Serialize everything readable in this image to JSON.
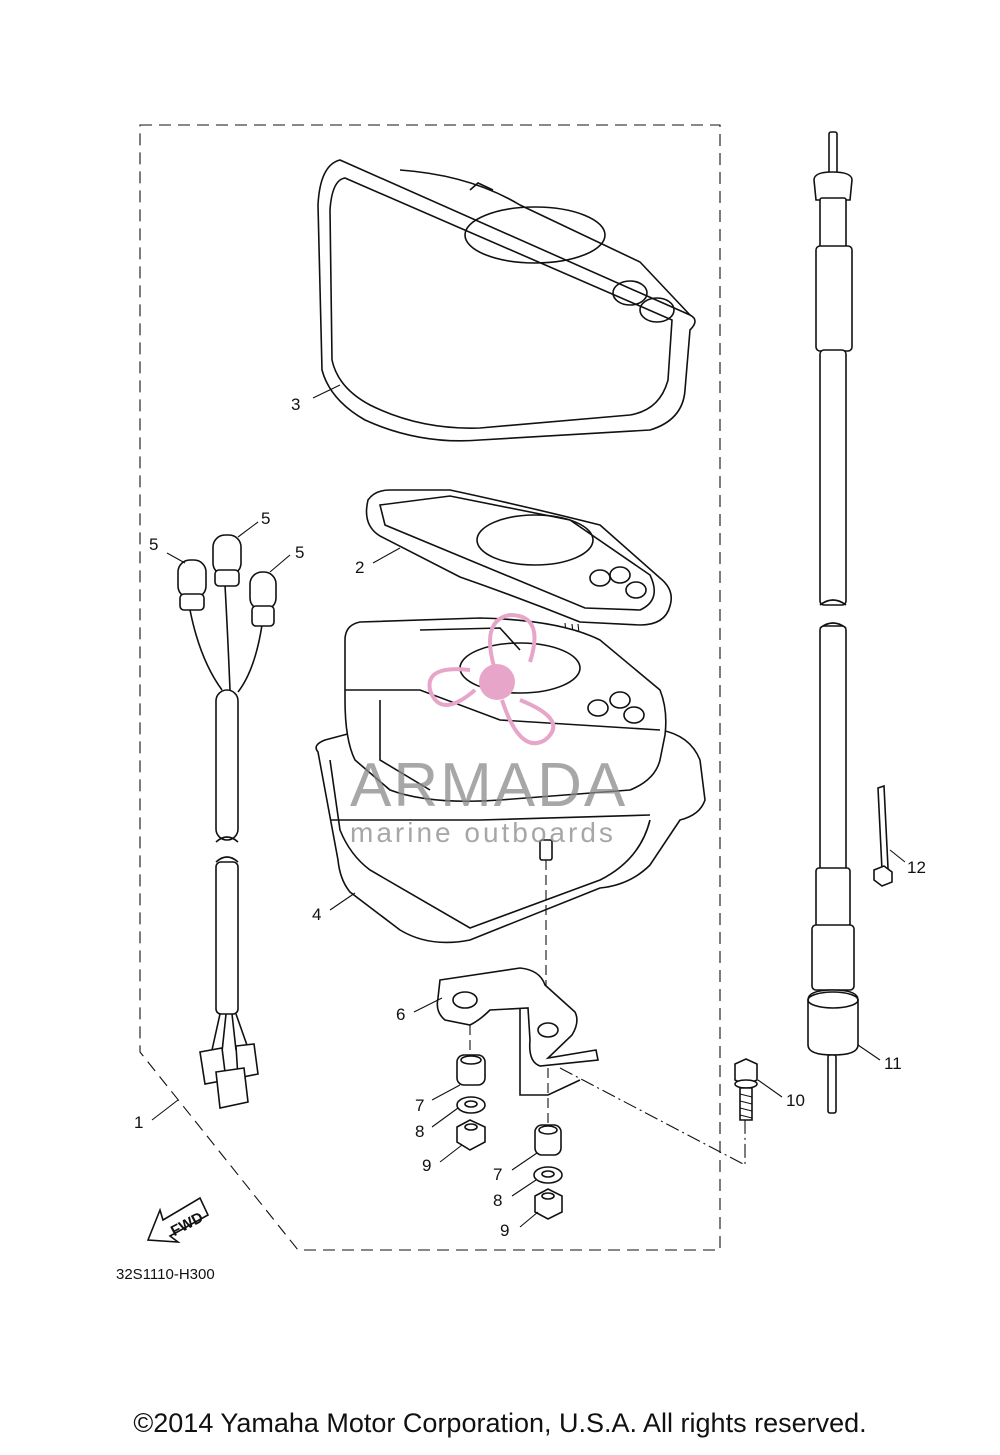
{
  "callouts": {
    "c1": "1",
    "c2": "2",
    "c3": "3",
    "c4": "4",
    "c5a": "5",
    "c5b": "5",
    "c5c": "5",
    "c6": "6",
    "c7a": "7",
    "c7b": "7",
    "c8a": "8",
    "c8b": "8",
    "c9a": "9",
    "c9b": "9",
    "c10": "10",
    "c11": "11",
    "c12": "12"
  },
  "fwd_label": "FWD",
  "diagram_code": "32S1110-H300",
  "watermark": {
    "title": "ARMADA",
    "subtitle": "marine outboards",
    "color": "#e7a6c9"
  },
  "copyright": "©2014 Yamaha Motor Corporation, U.S.A. All rights reserved."
}
